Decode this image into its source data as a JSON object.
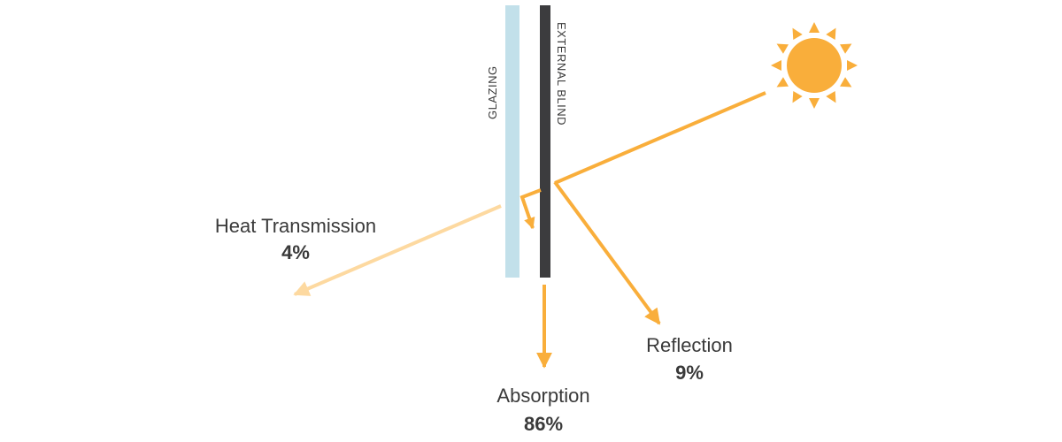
{
  "title": "Solar heat distribution with external blind",
  "colors": {
    "glazing": "#c2e0ea",
    "blind": "#3c3c3e",
    "ray": "#f9ae3b",
    "transmission": "#fdd9a0",
    "sun": "#f9ae3b",
    "text": "#3a3a3a"
  },
  "layers": {
    "glazing": {
      "label": "GLAZING"
    },
    "blind": {
      "label": "EXTERNAL BLIND"
    }
  },
  "sun": {
    "icon": "sun-icon"
  },
  "flows": {
    "transmission": {
      "name": "Heat Transmission",
      "value": "4%"
    },
    "absorption": {
      "name": "Absorption",
      "value": "86%"
    },
    "reflection": {
      "name": "Reflection",
      "value": "9%"
    }
  }
}
